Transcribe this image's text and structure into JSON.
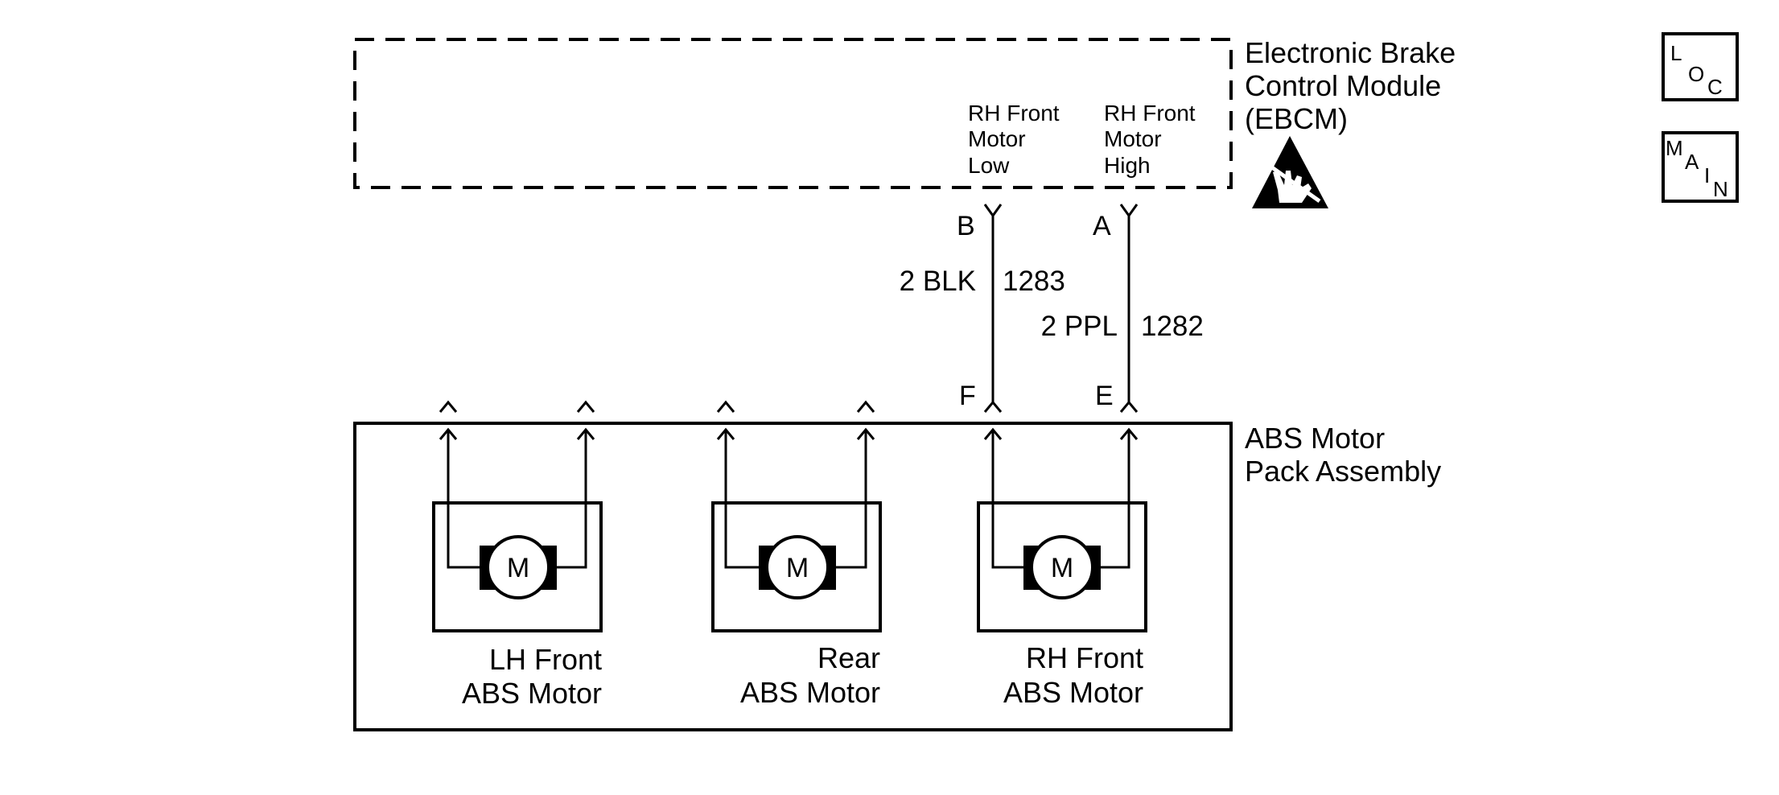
{
  "ebcm": {
    "label_lines": [
      "Electronic Brake",
      "Control Module",
      "(EBCM)"
    ],
    "esd_icon": "esd-sensitive-device-icon",
    "pins": [
      {
        "label_lines": [
          "RH Front",
          "Motor",
          "Low"
        ],
        "cavity": "B"
      },
      {
        "label_lines": [
          "RH Front",
          "Motor",
          "High"
        ],
        "cavity": "A"
      }
    ]
  },
  "circuits": [
    {
      "wire": "2 BLK",
      "circuit_number": "1283"
    },
    {
      "wire": "2 PPL",
      "circuit_number": "1282"
    }
  ],
  "motor_pack": {
    "label_lines": [
      "ABS Motor",
      "Pack Assembly"
    ],
    "connector_cavities": [
      "F",
      "E"
    ],
    "motors": [
      {
        "symbol": "M",
        "label_lines": [
          "LH Front",
          "ABS Motor"
        ]
      },
      {
        "symbol": "M",
        "label_lines": [
          "Rear",
          "ABS Motor"
        ]
      },
      {
        "symbol": "M",
        "label_lines": [
          "RH Front",
          "ABS Motor"
        ]
      }
    ]
  },
  "nav_icons": {
    "loc": {
      "icon": "loc-icon",
      "letters": [
        "L",
        "O",
        "C"
      ]
    },
    "main": {
      "icon": "main-icon",
      "letters": [
        "M",
        "A",
        "I",
        "N"
      ]
    }
  },
  "colors": {
    "line": "#000000",
    "background": "#ffffff"
  }
}
